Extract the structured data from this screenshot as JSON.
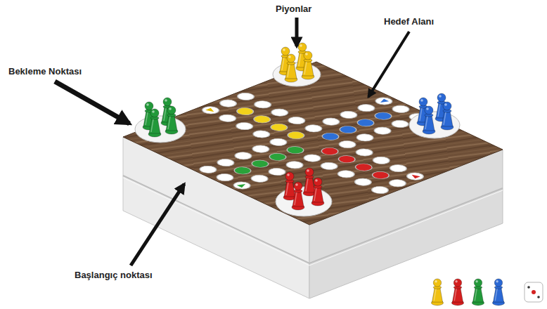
{
  "diagram": {
    "labels": [
      "Piyonlar",
      "Hedef Alanı",
      "Bekleme Noktası",
      "Başlangıç noktası"
    ]
  }
}
